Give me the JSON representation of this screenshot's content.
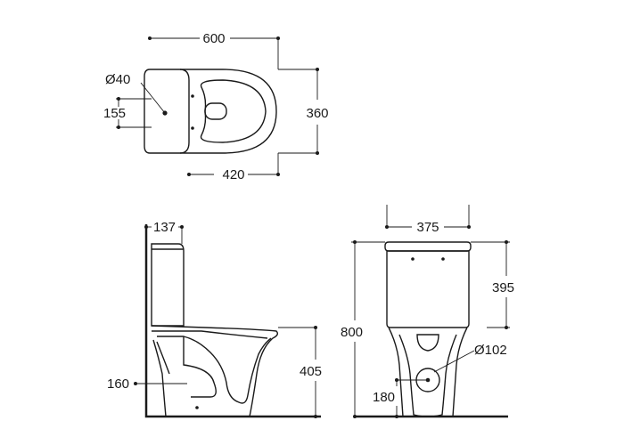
{
  "drawing": {
    "top_view": {
      "overall_length": "600",
      "overall_width": "360",
      "bowl_length": "420",
      "inlet_diameter": "Ø40",
      "inlet_offset": "155"
    },
    "side_view": {
      "tank_depth": "137",
      "outlet_height": "160",
      "seat_height": "405"
    },
    "front_view": {
      "tank_width": "375",
      "total_height": "800",
      "tank_height": "395",
      "outlet_diameter": "Ø102",
      "outlet_center_height": "180"
    }
  }
}
